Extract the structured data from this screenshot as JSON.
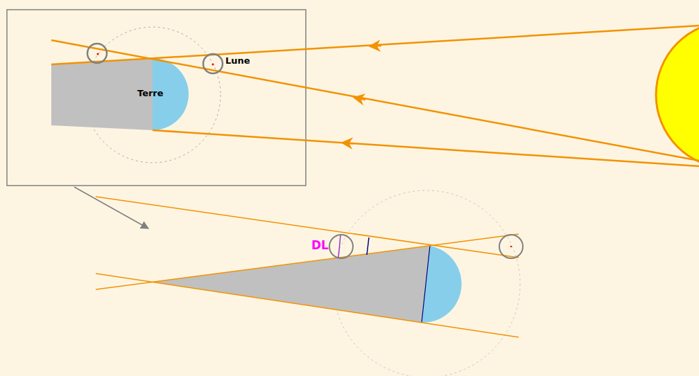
{
  "diagram": {
    "labels": [
      "Lune",
      "Terre",
      "DL"
    ]
  }
}
